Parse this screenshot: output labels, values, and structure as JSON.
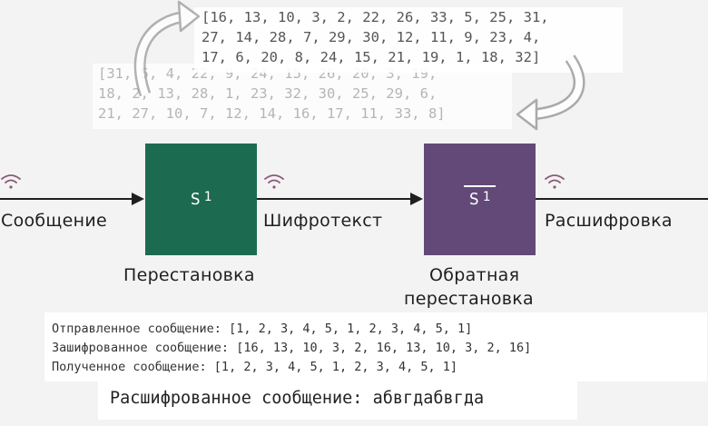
{
  "permutation_forward": {
    "line1": "[16, 13, 10, 3, 2, 22, 26, 33, 5, 25, 31,",
    "line2": "27, 14, 28, 7, 29, 30, 12, 11, 9, 23, 4,",
    "line3": "17, 6, 20, 8, 24, 15, 21, 19, 1, 18, 32]"
  },
  "permutation_inverse": {
    "line1": "[31, 5, 4, 22, 9, 24, 15, 26, 20, 3, 19,",
    "line2": "18, 2, 13, 28, 1, 23, 32, 30, 25, 29, 6,",
    "line3": "21, 27, 10, 7, 12, 14, 16, 17, 11, 33, 8]"
  },
  "flow": {
    "input_label": "Сообщение",
    "middle_label": "Шифротекст",
    "output_label": "Расшифровка"
  },
  "blocks": {
    "encrypt": {
      "symbol": "S",
      "exponent": "1",
      "caption": "Перестановка",
      "color": "#1c6b51"
    },
    "decrypt": {
      "symbol": "S",
      "exponent": "1",
      "caption_line1": "Обратная",
      "caption_line2": "перестановка",
      "color": "#634978"
    }
  },
  "icons": {
    "signal": "wireless-signal-icon",
    "signal_color": "#8a5a78"
  },
  "messages": {
    "sent": "Отправленное сообщение: [1, 2, 3, 4, 5, 1, 2, 3, 4, 5, 1]",
    "encrypted": "Зашифрованное сообщение: [16, 13, 10, 3, 2, 16, 13, 10, 3, 2, 16]",
    "received": "Полученное сообщение: [1, 2, 3, 4, 5, 1, 2, 3, 4, 5, 1]"
  },
  "decrypted_message": "Расшифрованное сообщение: абвгдабвгда"
}
